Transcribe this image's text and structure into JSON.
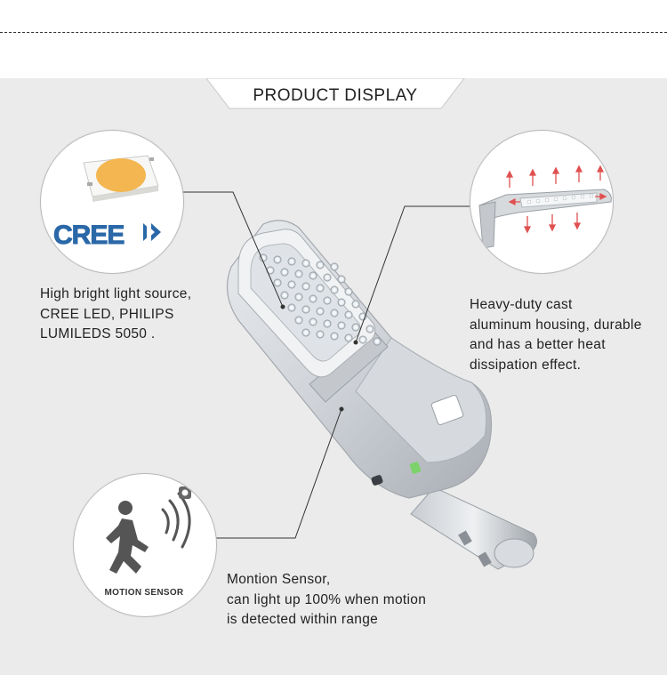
{
  "header": {
    "title": "PRODUCT DISPLAY"
  },
  "features": [
    {
      "brand": "CREE",
      "lines": [
        "High bright light source,",
        "CREE LED, PHILIPS",
        "LUMILEDS 5050 ."
      ]
    },
    {
      "lines": [
        "Heavy-duty cast",
        "aluminum housing, durable",
        "and has a better heat",
        "dissipation effect."
      ]
    },
    {
      "badge": "MOTION SENSOR",
      "lines": [
        "Montion Sensor,",
        "can light up 100% when motion",
        "is detected within range"
      ]
    }
  ],
  "colors": {
    "panel": "#ebebeb",
    "cree_blue": "#2a68a8",
    "led_chip": "#f3b650",
    "heat_arrows": "#e05050",
    "sensor_green": "#7cd36b"
  }
}
